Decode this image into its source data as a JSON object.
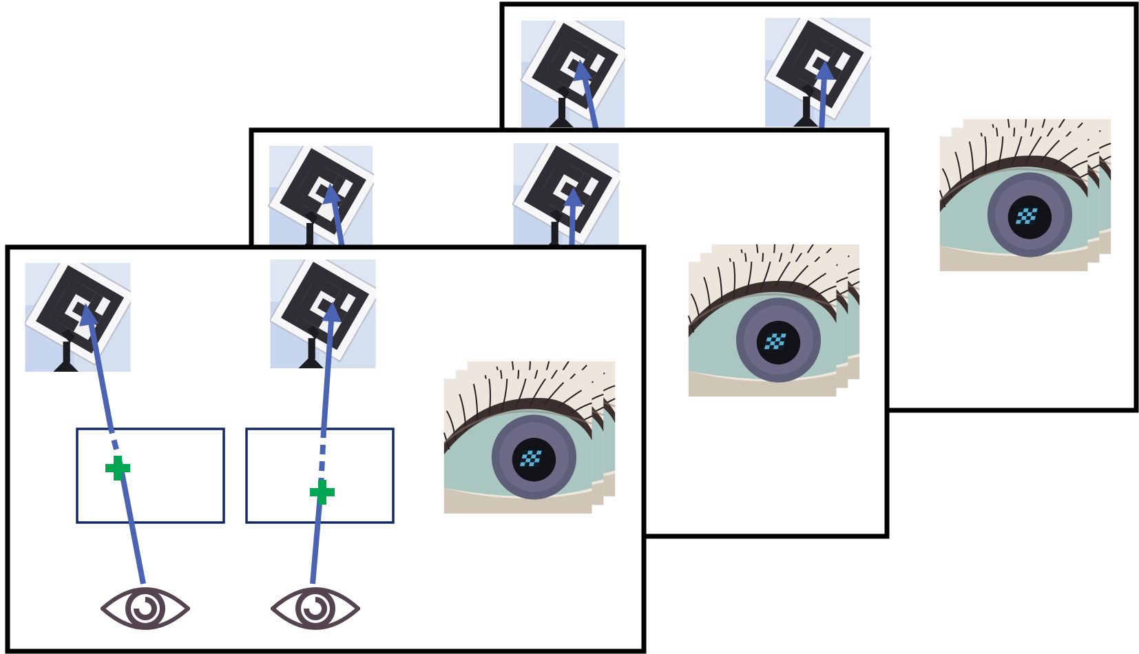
{
  "figure": {
    "panels": [
      "front",
      "middle",
      "back"
    ],
    "colors": {
      "frame": "#000000",
      "gaze_ray": "#4a63b3",
      "screen_box": "#13286a",
      "fixation_cross": "#00a651",
      "eye_icon": "#54444f",
      "photo_sky": "#c7d6ee",
      "marker_dark": "#2e2e34",
      "iris": "#5d5f78",
      "sclera": "#a9c6c0",
      "skin": "#e7ddd2"
    },
    "icons": [
      "fiducial-marker-photo",
      "eye-icon",
      "eye-photo-stack",
      "fixation-cross"
    ],
    "gaze_targets_per_panel": 2
  }
}
